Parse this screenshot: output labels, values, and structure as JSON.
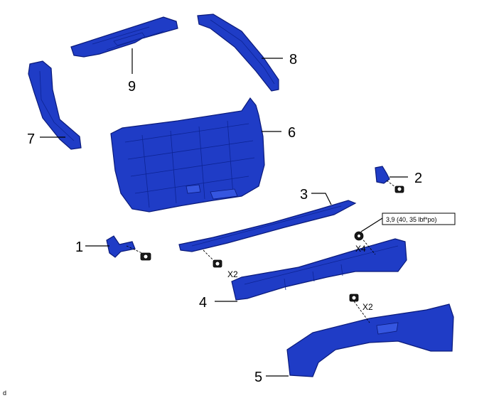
{
  "callouts": {
    "c1": "1",
    "c2": "2",
    "c3": "3",
    "c4": "4",
    "c5": "5",
    "c6": "6",
    "c7": "7",
    "c8": "8",
    "c9": "9"
  },
  "quantities": {
    "q_clip_upper": "X2",
    "q_clip_lower": "X2",
    "q_nut": "X4"
  },
  "torque_spec": "3,9 (40, 35 lbf*po)",
  "corner_mark": "d",
  "colors": {
    "part_fill": "#1f3cc6",
    "part_outline": "#0a1a7a"
  }
}
